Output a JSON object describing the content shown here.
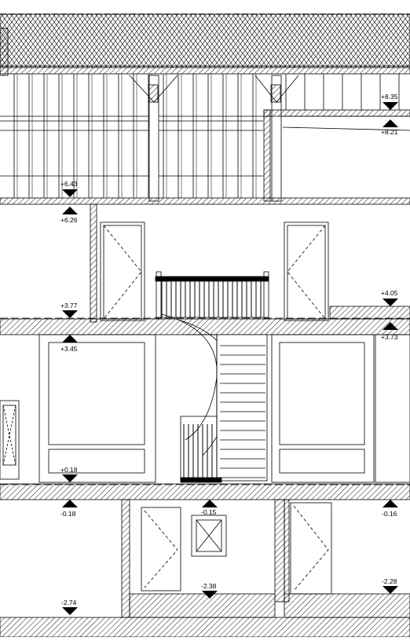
{
  "drawing": {
    "type": "architectural-section",
    "line_color": "#000000",
    "hatch_color": "#000000",
    "background": "#ffffff"
  },
  "levels": {
    "l1": "+8.35",
    "l2": "+8.21",
    "l3": "+6.43",
    "l4": "+6.26",
    "l5": "+4.05",
    "l6": "+3.77",
    "l7": "+3.73",
    "l8": "+3.45",
    "l9": "+0.18",
    "l10": "-0.18",
    "l11": "-0.15",
    "l12": "-0.16",
    "l13": "-2.38",
    "l14": "-2.28",
    "l15": "-2.74"
  }
}
